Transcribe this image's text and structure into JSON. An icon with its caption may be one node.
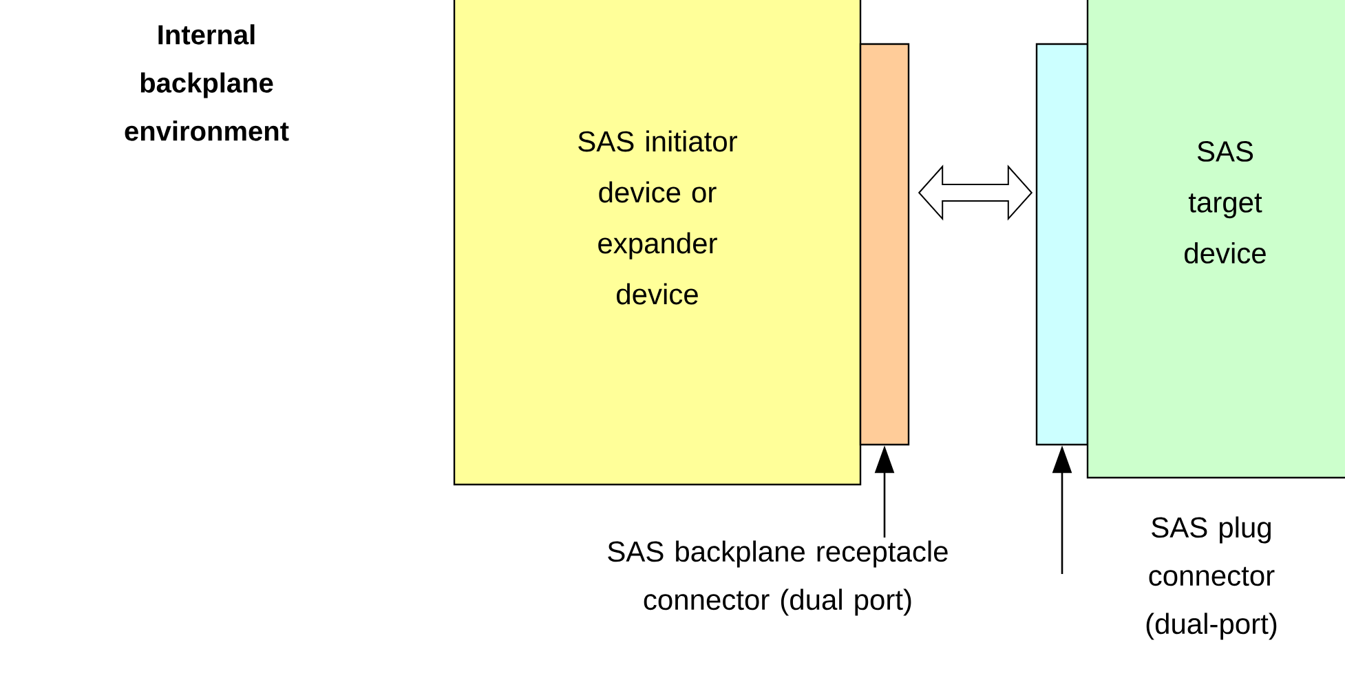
{
  "diagram": {
    "title": "Internal backplane environment",
    "nodes": [
      {
        "text": [
          "SAS initiator device or expander device"
        ]
      },
      {
        "text": [],
        "shape": "box"
      },
      {
        "text": [],
        "shape": "box"
      },
      {
        "text": [
          "SAS target device"
        ]
      },
      {
        "text": [
          "SAS backplane receptacle connector (dual port)"
        ]
      },
      {
        "text": [
          "SAS plug connector (dual-port)"
        ]
      }
    ],
    "edges": [
      {
        "from": 1,
        "to": 2,
        "arrow": "both"
      },
      {
        "from": 4,
        "to": 1,
        "arrow": "to"
      },
      {
        "from": 5,
        "to": 2,
        "arrow": "to"
      }
    ]
  }
}
